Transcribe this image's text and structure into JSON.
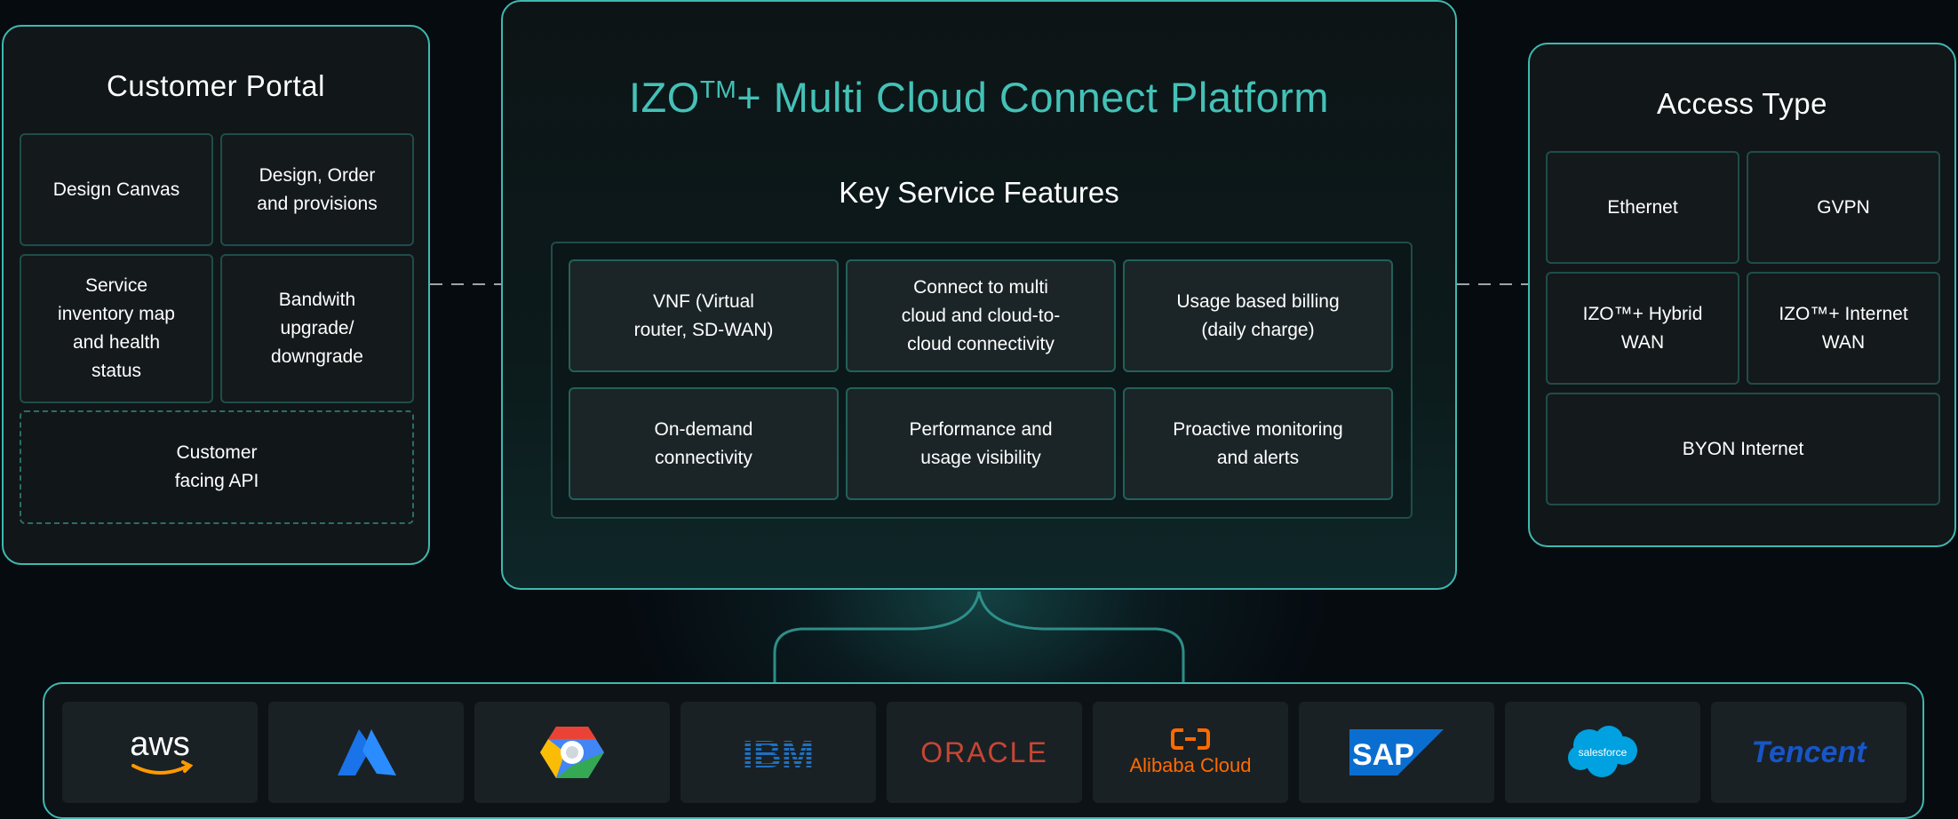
{
  "portal": {
    "title": "Customer Portal",
    "items": [
      {
        "label": "Design Canvas"
      },
      {
        "label": "Design, Order\nand provisions"
      },
      {
        "label": "Service\ninventory map\nand health\nstatus"
      },
      {
        "label": "Bandwith\nupgrade/\ndowngrade"
      }
    ],
    "api": "Customer\nfacing API"
  },
  "platform": {
    "title_prefix": "IZO",
    "title_tm": "TM",
    "title_suffix": "+ Multi Cloud Connect Platform",
    "subtitle": "Key Service Features",
    "features": [
      {
        "label": "VNF (Virtual\nrouter, SD-WAN)"
      },
      {
        "label": "Connect to multi\ncloud and cloud-to-\ncloud connectivity"
      },
      {
        "label": "Usage based billing\n(daily charge)"
      },
      {
        "label": "On-demand\nconnectivity"
      },
      {
        "label": "Performance and\nusage visibility"
      },
      {
        "label": "Proactive monitoring\nand alerts"
      }
    ]
  },
  "access": {
    "title": "Access Type",
    "items": [
      {
        "label": "Ethernet"
      },
      {
        "label": "GVPN"
      },
      {
        "label": "IZO™+ Hybrid\nWAN"
      },
      {
        "label": "IZO™+ Internet\nWAN"
      },
      {
        "label": "BYON Internet"
      }
    ]
  },
  "clouds": [
    {
      "name": "aws",
      "icon": "aws-logo",
      "color": "#ffffff"
    },
    {
      "name": "",
      "icon": "azure-logo",
      "color": "#1a73e8"
    },
    {
      "name": "",
      "icon": "google-cloud-logo",
      "color": "#4285f4"
    },
    {
      "name": "IBM",
      "icon": "ibm-logo",
      "color": "#1f70c1"
    },
    {
      "name": "ORACLE",
      "icon": "oracle-logo",
      "color": "#c74634"
    },
    {
      "name": "Alibaba Cloud",
      "icon": "alibaba-cloud-logo",
      "color": "#ff6a00"
    },
    {
      "name": "SAP",
      "icon": "sap-logo",
      "color": "#0a6ed1"
    },
    {
      "name": "salesforce",
      "icon": "salesforce-logo",
      "color": "#00a1e0"
    },
    {
      "name": "Tencent",
      "icon": "tencent-logo",
      "color": "#1755c8"
    }
  ],
  "colors": {
    "accent": "#3fb9b0",
    "title_teal": "#44c1b7",
    "background": "#060b10"
  }
}
